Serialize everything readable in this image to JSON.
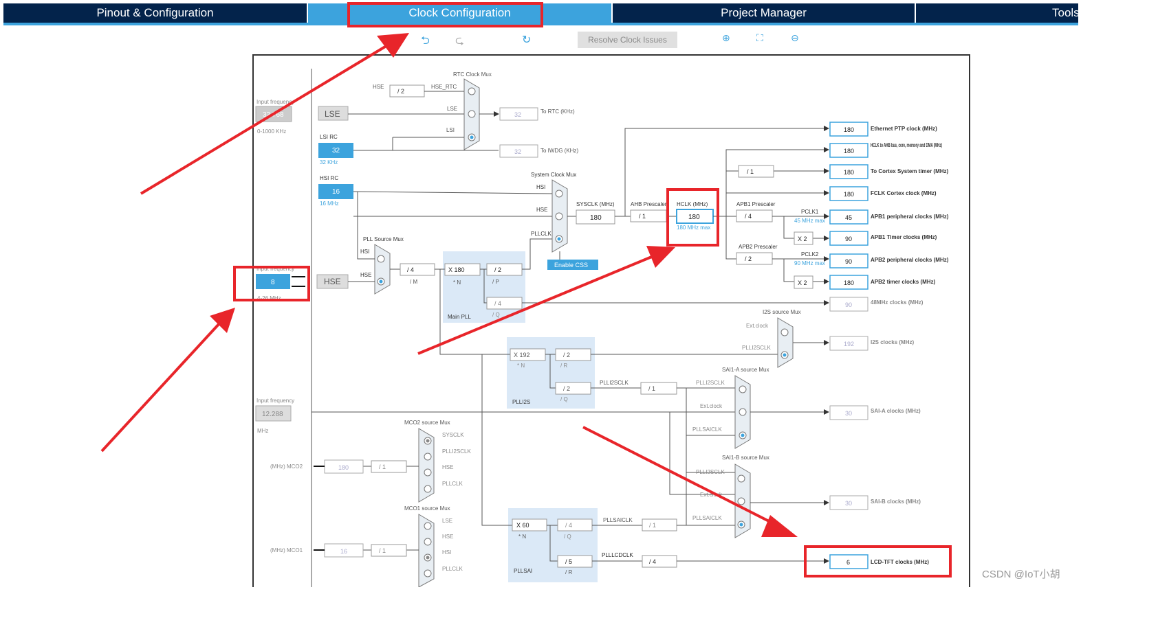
{
  "tabs": [
    {
      "label": "Pinout & Configuration"
    },
    {
      "label": "Clock Configuration"
    },
    {
      "label": "Project Manager"
    },
    {
      "label": "Tools"
    }
  ],
  "toolbar": {
    "undo_icon": "undo-icon",
    "redo_icon": "redo-icon",
    "refresh_icon": "refresh-icon",
    "resolve_label": "Resolve Clock Issues",
    "zoom_in_icon": "zoom-in-icon",
    "fit_icon": "fit-icon",
    "zoom_out_icon": "zoom-out-icon"
  },
  "colors": {
    "nav": "#03234b",
    "accent": "#3ca3dd",
    "highlight": "#e8252a",
    "pll_box": "#dbe9f7"
  },
  "left": {
    "input_freq_label": "Input frequency",
    "lse_value": "32.768",
    "lse_range": "0-1000 KHz",
    "lsi_rc": "LSI RC",
    "lsi_value": "32",
    "lsi_unit": "32 KHz",
    "hsi_rc": "HSI RC",
    "hsi_value": "16",
    "hsi_unit": "16 MHz",
    "hse_input_label": "Input frequency",
    "hse_value": "8",
    "hse_range": "4-26 MHz",
    "i2s_input_label": "Input frequency",
    "i2s_value": "12.288",
    "i2s_unit": "MHz",
    "mco2_label": "(MHz) MCO2",
    "mco2_value": "180",
    "mco1_label": "(MHz) MCO1",
    "mco1_value": "16"
  },
  "blocks": {
    "lse": "LSE",
    "hse": "HSE",
    "rtc_mux": "RTC Clock Mux",
    "rtc_div": "/ 2",
    "hse_in": "HSE",
    "hse_rtc": "HSE_RTC",
    "lse_in": "LSE",
    "lsi_in": "LSI",
    "to_rtc_value": "32",
    "to_rtc_label": "To RTC (KHz)",
    "to_iwdg_value": "32",
    "to_iwdg_label": "To IWDG (KHz)",
    "sys_mux": "System Clock Mux",
    "sys_hsi": "HSI",
    "sys_hse": "HSE",
    "sys_pllclk": "PLLCLK",
    "enable_css": "Enable CSS",
    "sysclk_label": "SYSCLK (MHz)",
    "sysclk_value": "180",
    "ahb_label": "AHB Prescaler",
    "ahb_value": "/ 1",
    "hclk_label": "HCLK (MHz)",
    "hclk_value": "180",
    "hclk_max": "180 MHz max",
    "pll_src_mux": "PLL Source Mux",
    "pll_hsi": "HSI",
    "pll_hse": "HSE",
    "pll_m": "/ 4",
    "pll_m_label": "/ M",
    "pll_n": "X 180",
    "pll_n_label": "* N",
    "pll_p": "/ 2",
    "pll_p_label": "/ P",
    "pll_q": "/ 4",
    "pll_q_label": "/ Q",
    "main_pll": "Main PLL",
    "apb1_label": "APB1 Prescaler",
    "apb1_value": "/ 4",
    "pclk1": "PCLK1",
    "pclk1_max": "45 MHz max",
    "apb1_x2": "X 2",
    "apb2_label": "APB2 Prescaler",
    "apb2_value": "/ 2",
    "pclk2": "PCLK2",
    "pclk2_max": "90 MHz max",
    "apb2_x2": "X 2",
    "cortex_div": "/ 1",
    "plli2s_n": "X 192",
    "plli2s_n_label": "* N",
    "plli2s_r": "/ 2",
    "plli2s_r_label": "/ R",
    "plli2s_q": "/ 2",
    "plli2s_q_label": "/ Q",
    "plli2s": "PLLI2S",
    "plli2sclk": "PLLI2SCLK",
    "plli2sclk_div": "/ 1",
    "i2s_mux": "I2S source Mux",
    "ext_clock": "Ext.clock",
    "i2s_plli2sclk": "PLLI2SCLK",
    "sai1a_mux": "SAI1-A source Mux",
    "sai1a_plli2sclk": "PLLI2SCLK",
    "sai1a_ext": "Ext.clock",
    "sai1a_pllsaiclk": "PLLSAICLK",
    "sai1b_mux": "SAI1-B source Mux",
    "sai1b_plli2sclk": "PLLI2SCLK",
    "sai1b_ext": "Ext.clock",
    "sai1b_pllsaiclk": "PLLSAICLK",
    "pllsai_n": "X 60",
    "pllsai_n_label": "* N",
    "pllsai_q": "/ 4",
    "pllsai_q_label": "/ Q",
    "pllsai_r": "/ 5",
    "pllsai_r_label": "/ R",
    "pllsai": "PLLSAI",
    "pllsaiclk": "PLLSAICLK",
    "pllsaiclk_div": "/ 1",
    "pllcdclk": "PLLLCDCLK",
    "pllcdclk_div": "/ 4",
    "mco2_mux": "MCO2 source Mux",
    "mco2_sysclk": "SYSCLK",
    "mco2_plli2sclk": "PLLI2SCLK",
    "mco2_hse": "HSE",
    "mco2_pllclk": "PLLCLK",
    "mco2_div": "/ 1",
    "mco1_mux": "MCO1 source Mux",
    "mco1_lse": "LSE",
    "mco1_hse": "HSE",
    "mco1_hsi": "HSI",
    "mco1_pllclk": "PLLCLK",
    "mco1_div": "/ 1"
  },
  "outputs": [
    {
      "value": "180",
      "label": "Ethernet PTP clock (MHz)"
    },
    {
      "value": "180",
      "label": "HCLK to AHB bus, core, memory and DMA (MHz)"
    },
    {
      "value": "180",
      "label": "To Cortex System timer (MHz)"
    },
    {
      "value": "180",
      "label": "FCLK Cortex clock (MHz)"
    },
    {
      "value": "45",
      "label": "APB1 peripheral clocks (MHz)"
    },
    {
      "value": "90",
      "label": "APB1 Timer clocks (MHz)"
    },
    {
      "value": "90",
      "label": "APB2 peripheral clocks (MHz)"
    },
    {
      "value": "180",
      "label": "APB2 timer clocks (MHz)"
    },
    {
      "value": "90",
      "label": "48MHz clocks (MHz)"
    },
    {
      "value": "192",
      "label": "I2S clocks (MHz)"
    },
    {
      "value": "30",
      "label": "SAI-A clocks (MHz)"
    },
    {
      "value": "30",
      "label": "SAI-B clocks (MHz)"
    },
    {
      "value": "6",
      "label": "LCD-TFT clocks (MHz)"
    }
  ],
  "watermark": "CSDN @IoT小胡"
}
